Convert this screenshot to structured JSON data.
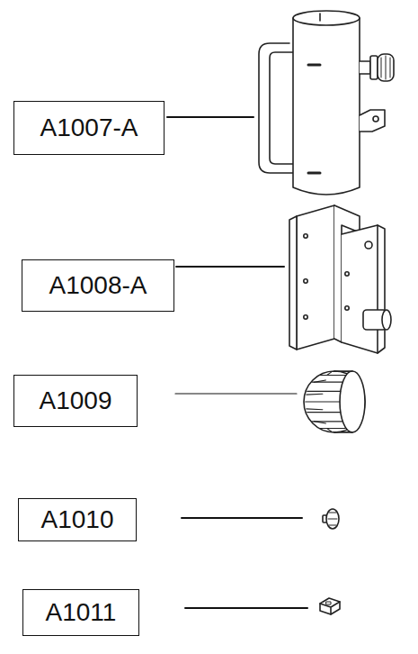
{
  "diagram": {
    "nodes": [
      {
        "text": [
          "A1007-A"
        ]
      },
      {
        "text": [
          "A1008-A"
        ]
      },
      {
        "text": [
          "A1009"
        ]
      },
      {
        "text": [
          "A1010"
        ]
      },
      {
        "text": [
          "A1011"
        ]
      }
    ]
  }
}
